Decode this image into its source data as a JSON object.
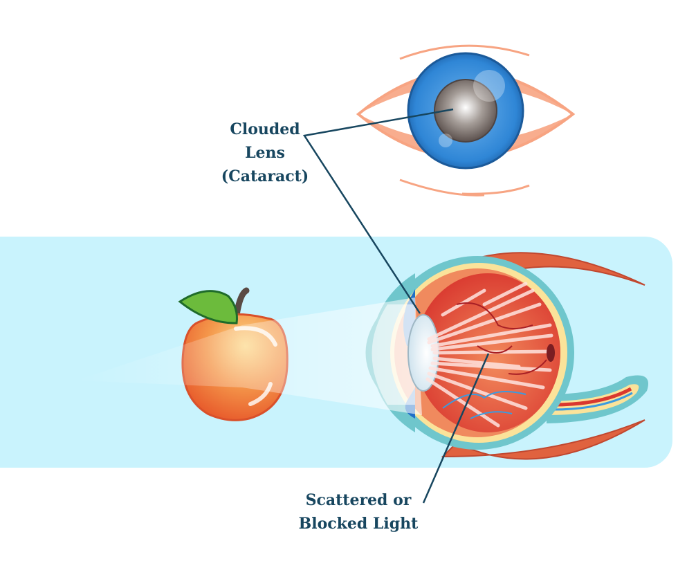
{
  "labels": {
    "cataract": {
      "lines": [
        "Clouded",
        "Lens",
        "(Cataract)"
      ]
    },
    "scattered_light": {
      "lines": [
        "Scattered or",
        "Blocked Light"
      ]
    }
  },
  "colors": {
    "label_text": "#17465f",
    "leader_line": "#17465f",
    "background_band": "#c9f3fd",
    "eyelid": "#f7a482",
    "iris": "#2f86d6",
    "pupil_cloudy": "#8a7f7a",
    "apple": "#f07a3a",
    "leaf": "#6cbb3c",
    "eyeball_inner": "#e2463a",
    "sclera_outline": "#6fc6cc",
    "muscle": "#e0623f",
    "retina_yellow": "#fbe39a"
  },
  "elements": {
    "front_view_eye": "eye-front-with-cataract",
    "cross_section_eye": "eye-cross-section",
    "object": "apple",
    "light_beam": "light-beam-from-apple"
  }
}
